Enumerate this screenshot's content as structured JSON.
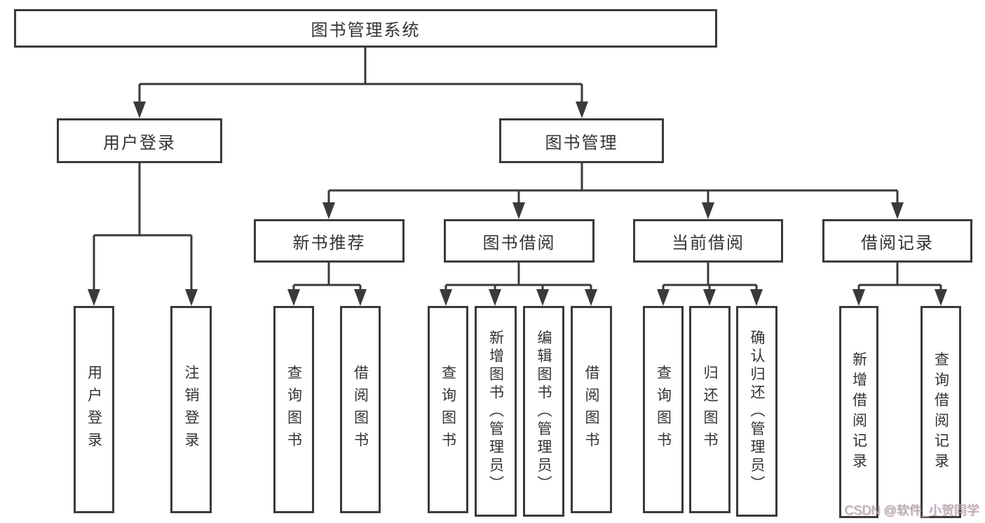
{
  "title": {
    "label": "图书管理系统"
  },
  "level2": [
    {
      "label": "用户登录"
    },
    {
      "label": "图书管理"
    }
  ],
  "level3": [
    {
      "label": "新书推荐"
    },
    {
      "label": "图书借阅"
    },
    {
      "label": "当前借阅"
    },
    {
      "label": "借阅记录"
    }
  ],
  "leaves": [
    {
      "label": "用户登录"
    },
    {
      "label": "注销登录"
    },
    {
      "label": "查询图书"
    },
    {
      "label": "借阅图书"
    },
    {
      "label": "查询图书"
    },
    {
      "label": "新增图书（管理员）"
    },
    {
      "label": "编辑图书（管理员）"
    },
    {
      "label": "借阅图书"
    },
    {
      "label": "查询图书"
    },
    {
      "label": "归还图书"
    },
    {
      "label": "确认归还（管理员）"
    },
    {
      "label": "新增借阅记录"
    },
    {
      "label": "查询借阅记录"
    }
  ],
  "watermark": "CSDN @软件_小贺同学",
  "colors": {
    "line": "#3a3a3a",
    "text": "#333333",
    "background": "#ffffff",
    "watermark": "#b3b3b3"
  }
}
